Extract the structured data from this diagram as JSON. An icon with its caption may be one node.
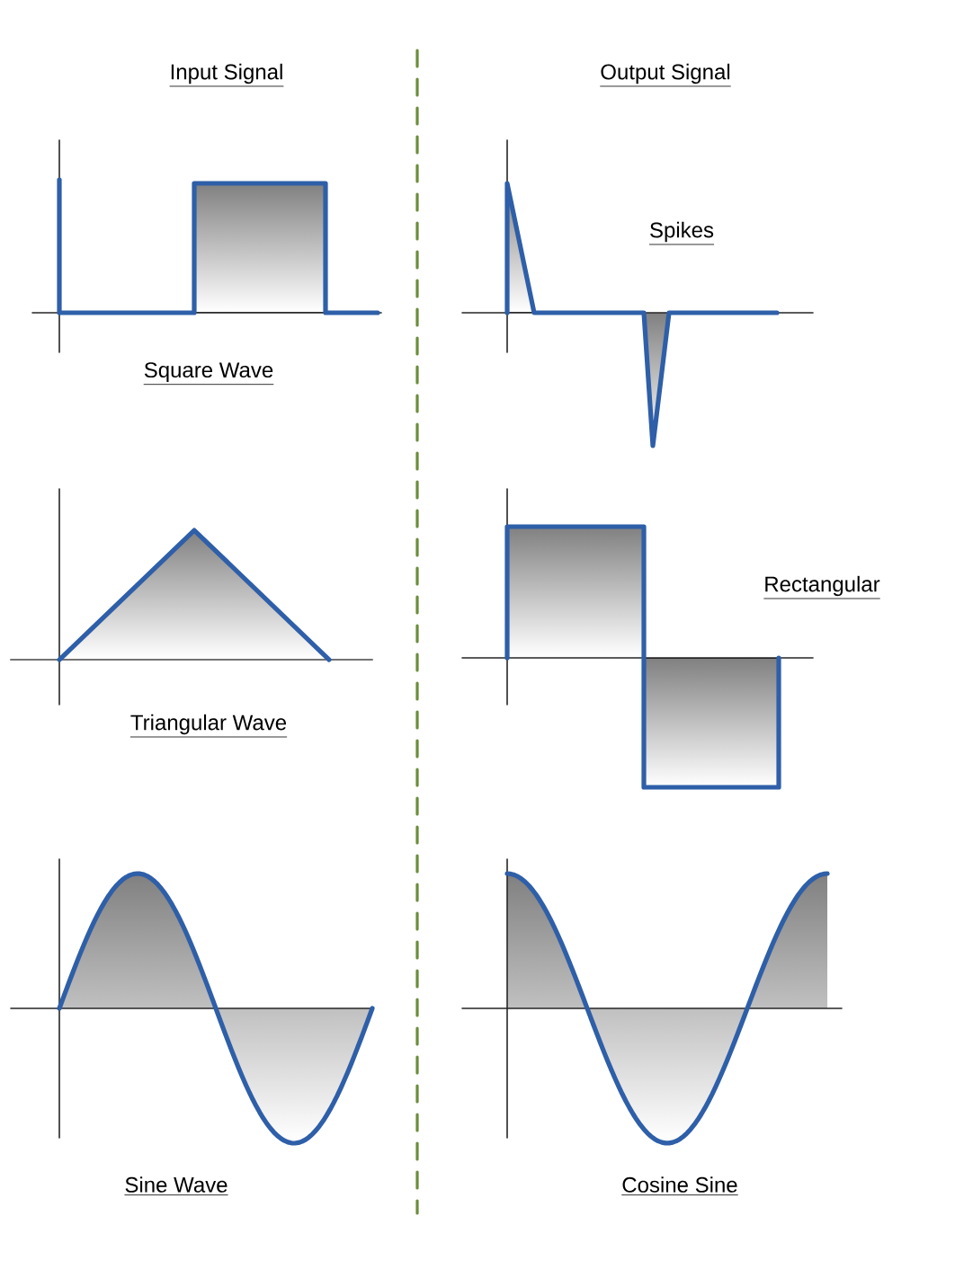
{
  "diagram": {
    "labels": [
      "Input Signal",
      "Output Signal",
      "Square Wave",
      "Spikes",
      "Triangular Wave",
      "Rectangular",
      "Sine Wave",
      "Cosine Sine"
    ]
  }
}
